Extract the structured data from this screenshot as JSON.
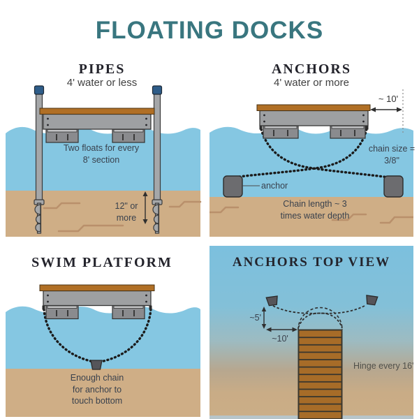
{
  "title": "FLOATING DOCKS",
  "colors": {
    "teal": "#39767F",
    "ink": "#23232B",
    "subtitle": "#404040",
    "note": "#39414D",
    "water": "#85C7E2",
    "sand": "#CFAE86",
    "sand_mark": "#B9906B",
    "wood": "#B06F25",
    "wood_plank": "#A76C28",
    "wood_edge": "#4A3314",
    "metal_gray": "#9EA0A2",
    "float_gray": "#8A8B8E",
    "float_lip": "#C2C3C5",
    "pipe_gray": "#A5A7A9",
    "cap_blue": "#2E5C88",
    "anchor_gray": "#6C6C6F",
    "anchor_dark": "#55555A",
    "chain": "#1B1B1B",
    "bg_top": "#7CC0DE",
    "bg_mid": "#9DBBC1",
    "bg_sand": "#CBAE87",
    "strip": "#B7C5C9",
    "hinge_text": "#50504A"
  },
  "panels": {
    "pipes": {
      "title": "PIPES",
      "subtitle": "4' water or less",
      "float_note": [
        "Two floats for every",
        "8' section"
      ],
      "depth_note": [
        "12\" or",
        "more"
      ]
    },
    "anchors": {
      "title": "ANCHORS",
      "subtitle": "4' water or more",
      "offset_label": "~ 10'",
      "chain_size_note": [
        "chain size =",
        "3/8\""
      ],
      "anchor_label": "anchor",
      "chain_length_note": [
        "Chain length ~ 3",
        "times water depth"
      ]
    },
    "swim_platform": {
      "title": "SWIM PLATFORM",
      "note": [
        "Enough chain",
        "for anchor to",
        "touch bottom"
      ]
    },
    "anchors_top_view": {
      "title": "ANCHORS TOP VIEW",
      "spread_label": "~5'",
      "offset_label": "~10'",
      "hinge_note": "Hinge every 16'"
    }
  }
}
